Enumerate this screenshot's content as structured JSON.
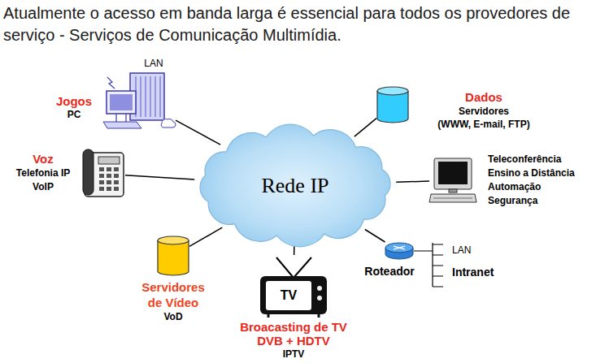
{
  "diagram": {
    "title": "Atualmente o acesso em banda larga é essencial para todos os provedores de serviço - Serviços de Comunicação Multimídia.",
    "nodes": [
      {
        "text": [
          "LAN",
          "Jogos",
          "PC"
        ]
      },
      {
        "text": [
          "Dados",
          "Servidores",
          "(WWW, E-mail, FTP)"
        ]
      },
      {
        "text": [
          "Voz",
          "Telefonia IP VoIP"
        ]
      },
      {
        "text": [
          "Rede IP"
        ]
      },
      {
        "text": [
          "Teleconferência",
          "Ensino a Distância",
          "Automação",
          "Segurança"
        ]
      },
      {
        "text": [
          "Servidores de Vídeo",
          "VoD"
        ]
      },
      {
        "text": [
          "TV",
          "Broacasting de TV DVB + HDTV",
          "IPTV"
        ]
      },
      {
        "text": [
          "Roteador"
        ]
      }
    ],
    "edges": [
      {
        "from": 3,
        "to": 0,
        "arrow": "none"
      },
      {
        "from": 3,
        "to": 1,
        "arrow": "none"
      },
      {
        "from": 3,
        "to": 2,
        "arrow": "none"
      },
      {
        "from": 3,
        "to": 4,
        "arrow": "none"
      },
      {
        "from": 3,
        "to": 5,
        "arrow": "none"
      },
      {
        "from": 3,
        "to": 6,
        "arrow": "none"
      },
      {
        "from": 3,
        "to": 7,
        "arrow": "none"
      }
    ],
    "labels": [
      "LAN",
      "Intranet"
    ]
  }
}
